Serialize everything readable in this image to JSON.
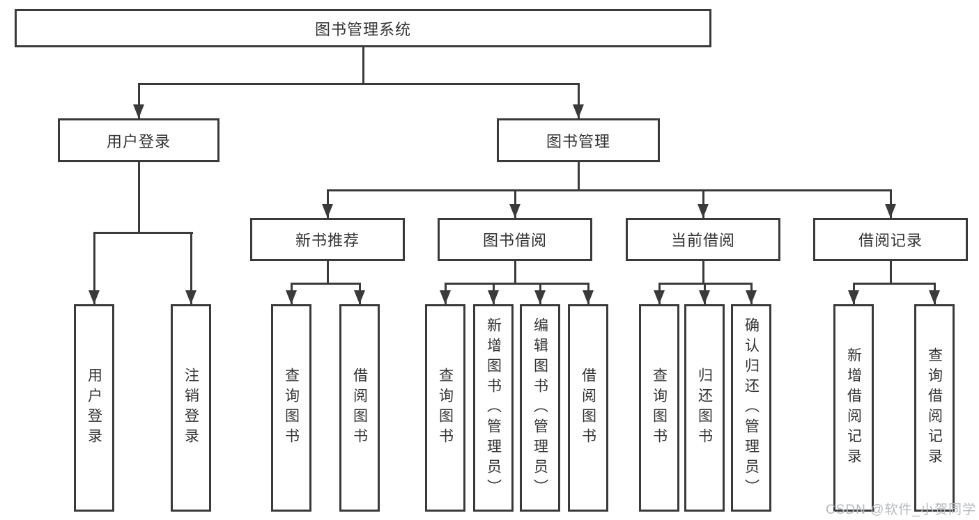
{
  "diagram": {
    "type": "org-chart",
    "root": {
      "label": "图书管理系统"
    },
    "level2": [
      {
        "label": "用户登录",
        "children": [
          {
            "label": "用户登录"
          },
          {
            "label": "注销登录"
          }
        ]
      },
      {
        "label": "图书管理",
        "children": [
          {
            "label": "新书推荐",
            "children": [
              {
                "label": "查询图书"
              },
              {
                "label": "借阅图书"
              }
            ]
          },
          {
            "label": "图书借阅",
            "children": [
              {
                "label": "查询图书"
              },
              {
                "label": "新增图书（管理员）"
              },
              {
                "label": "编辑图书（管理员）"
              },
              {
                "label": "借阅图书"
              }
            ]
          },
          {
            "label": "当前借阅",
            "children": [
              {
                "label": "查询图书"
              },
              {
                "label": "归还图书"
              },
              {
                "label": "确认归还（管理员）"
              }
            ]
          },
          {
            "label": "借阅记录",
            "children": [
              {
                "label": "新增借阅记录"
              },
              {
                "label": "查询借阅记录"
              }
            ]
          }
        ]
      }
    ]
  },
  "watermark": {
    "text": "CSDN @软件_小贺同学",
    "color": "#b5b8bc"
  },
  "colors": {
    "line": "#3a3a3a",
    "box_border": "#3a3a3a",
    "text": "#333333",
    "background": "#ffffff"
  }
}
